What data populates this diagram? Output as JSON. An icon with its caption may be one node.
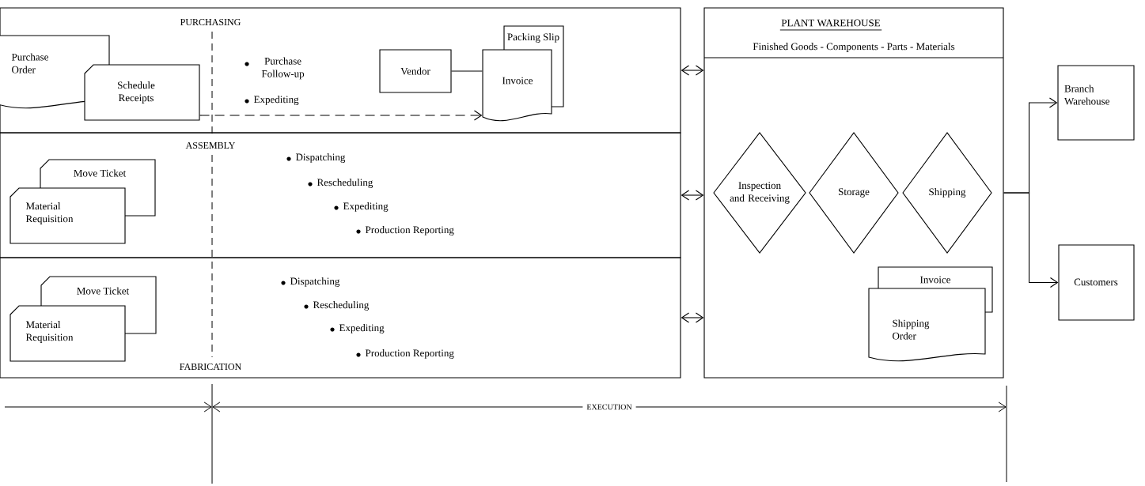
{
  "diagram": {
    "nodes": [
      {
        "text": [
          "PURCHASING",
          "Purchase Follow-up",
          "Expediting"
        ]
      },
      {
        "text": [
          "Purchase Order"
        ],
        "in": 0
      },
      {
        "text": [
          "Schedule Receipts"
        ],
        "in": 0
      },
      {
        "text": [
          "Vendor"
        ],
        "in": 0
      },
      {
        "text": [
          "Packing Slip"
        ],
        "in": 0
      },
      {
        "text": [
          "Invoice"
        ],
        "in": 0
      },
      {
        "text": [
          "ASSEMBLY",
          "Dispatching",
          "Rescheduling",
          "Expediting",
          "Production Reporting"
        ]
      },
      {
        "text": [
          "Move Ticket"
        ],
        "in": 6
      },
      {
        "text": [
          "Material Requisition"
        ],
        "in": 6
      },
      {
        "text": [
          "FABRICATION",
          "Dispatching",
          "Rescheduling",
          "Expediting",
          "Production Reporting"
        ]
      },
      {
        "text": [
          "Move Ticket"
        ],
        "in": 9
      },
      {
        "text": [
          "Material Requisition"
        ],
        "in": 9
      },
      {
        "text": [
          "PLANT WAREHOUSE",
          "Finished Goods - Components - Parts - Materials"
        ]
      },
      {
        "text": [
          "Inspection and Receiving"
        ],
        "in": 12
      },
      {
        "text": [
          "Storage"
        ],
        "in": 12
      },
      {
        "text": [
          "Shipping"
        ],
        "in": 12
      },
      {
        "text": [
          "Invoice"
        ],
        "in": 12
      },
      {
        "text": [
          "Shipping Order"
        ],
        "in": 12
      },
      {
        "text": [
          "Branch Warehouse"
        ]
      },
      {
        "text": [
          "Customers"
        ]
      }
    ],
    "edges": [
      {
        "from": 3,
        "to": 5,
        "arrow": "none"
      },
      {
        "from": 2,
        "to": 5,
        "arrow": "to",
        "style": "dashed"
      },
      {
        "from": 0,
        "to": 12,
        "arrow": "both"
      },
      {
        "from": 6,
        "to": 12,
        "arrow": "both"
      },
      {
        "from": 9,
        "to": 12,
        "arrow": "both"
      },
      {
        "from": 12,
        "to": 18,
        "arrow": "to"
      },
      {
        "from": 12,
        "to": 19,
        "arrow": "to"
      }
    ],
    "labels": [
      "EXECUTION"
    ]
  }
}
